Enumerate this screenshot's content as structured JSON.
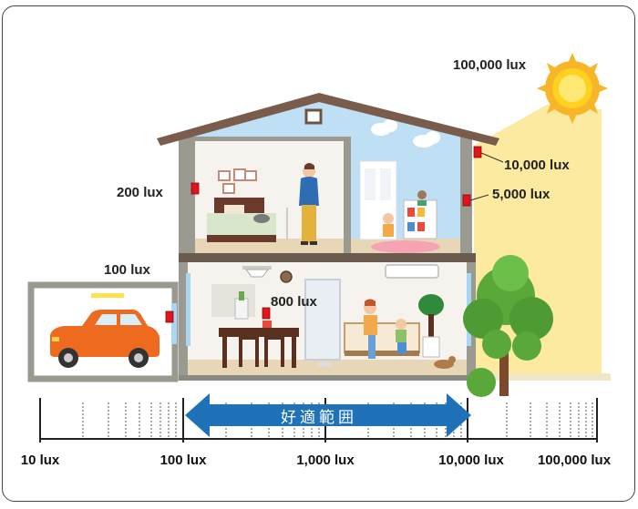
{
  "sun": {
    "label": "100,000 lux"
  },
  "labels": {
    "eaves": "10,000 lux",
    "window_shade": "5,000 lux",
    "bedroom": "200 lux",
    "garage": "100 lux",
    "living_room": "800 lux"
  },
  "scale": {
    "banner": "好適範囲",
    "ticks": [
      "10 lux",
      "100 lux",
      "1,000 lux",
      "10,000 lux",
      "100,000 lux"
    ]
  },
  "colors": {
    "sunlight": "#fbeaa0",
    "sun": "#ffd21f",
    "roof": "#7a5c4c",
    "wall": "#9a9a90",
    "sky_room": "#bfe0f4",
    "banner": "#1f72b8",
    "car": "#ee6a1e",
    "tree": "#5aa83a",
    "sensor": "#e3121c"
  }
}
